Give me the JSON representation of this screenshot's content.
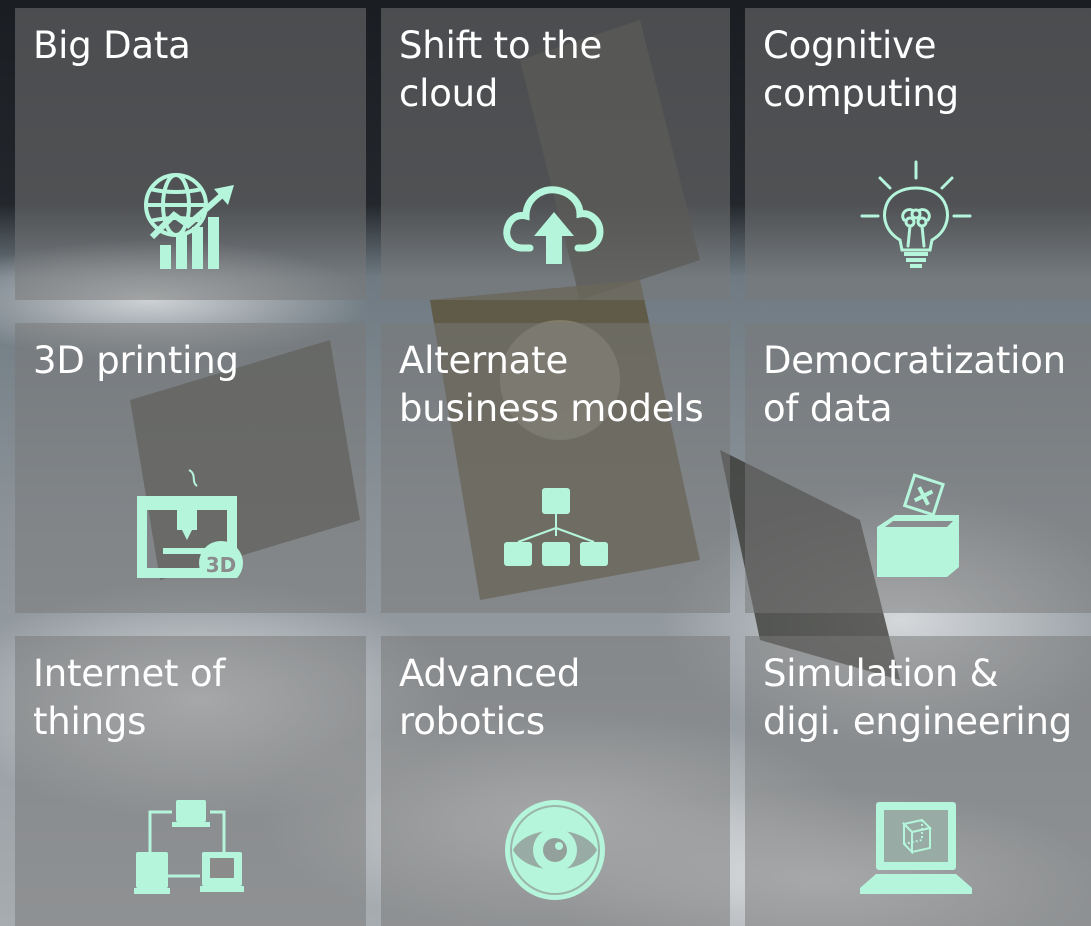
{
  "theme": {
    "icon_color": "#b5f5dc",
    "label_color": "#ffffff",
    "tile_overlay": "#787878"
  },
  "tiles": [
    {
      "label": "Big Data",
      "icon": "globe-growth-chart-icon"
    },
    {
      "label": "Shift to the\ncloud",
      "icon": "cloud-upload-icon"
    },
    {
      "label": "Cognitive\ncomputing",
      "icon": "lightbulb-icon"
    },
    {
      "label": "3D printing",
      "icon": "3d-printer-icon",
      "icon_text": "3D"
    },
    {
      "label": "Alternate\nbusiness models",
      "icon": "org-chart-icon"
    },
    {
      "label": "Democratization\nof data",
      "icon": "ballot-box-icon"
    },
    {
      "label": "Internet of\nthings",
      "icon": "network-devices-icon"
    },
    {
      "label": "Advanced\nrobotics",
      "icon": "robot-eye-icon"
    },
    {
      "label": "Simulation &\ndigi. engineering",
      "icon": "laptop-cube-icon"
    }
  ]
}
